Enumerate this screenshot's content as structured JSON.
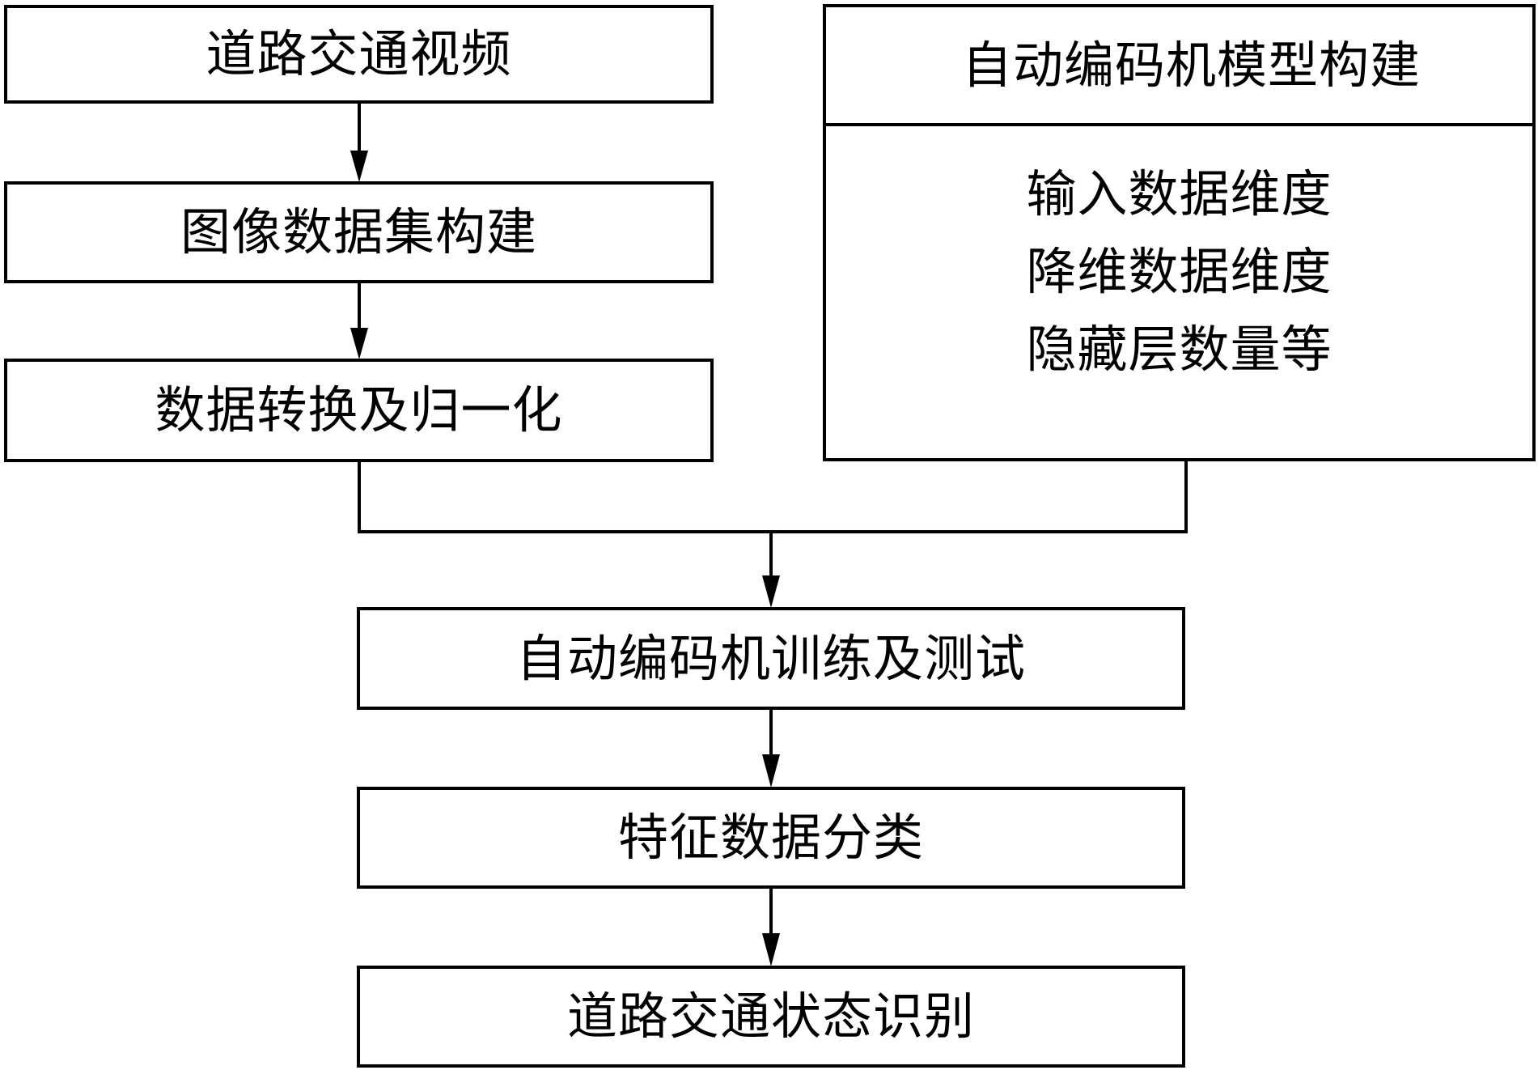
{
  "diagram": {
    "type": "flowchart",
    "left_column": [
      {
        "id": "video",
        "label": "道路交通视频"
      },
      {
        "id": "dataset",
        "label": "图像数据集构建"
      },
      {
        "id": "normalize",
        "label": "数据转换及归一化"
      }
    ],
    "model_box": {
      "title": "自动编码机模型构建",
      "params": [
        "输入数据维度",
        "降维数据维度",
        "隐藏层数量等"
      ]
    },
    "main_flow": [
      {
        "id": "train",
        "label": "自动编码机训练及测试"
      },
      {
        "id": "classify",
        "label": "特征数据分类"
      },
      {
        "id": "recognize",
        "label": "道路交通状态识别"
      }
    ],
    "edges": [
      [
        "video",
        "dataset"
      ],
      [
        "dataset",
        "normalize"
      ],
      [
        "normalize",
        "train"
      ],
      [
        "model_box",
        "train"
      ],
      [
        "train",
        "classify"
      ],
      [
        "classify",
        "recognize"
      ]
    ],
    "colors": {
      "stroke": "#000000",
      "background": "#ffffff"
    }
  }
}
